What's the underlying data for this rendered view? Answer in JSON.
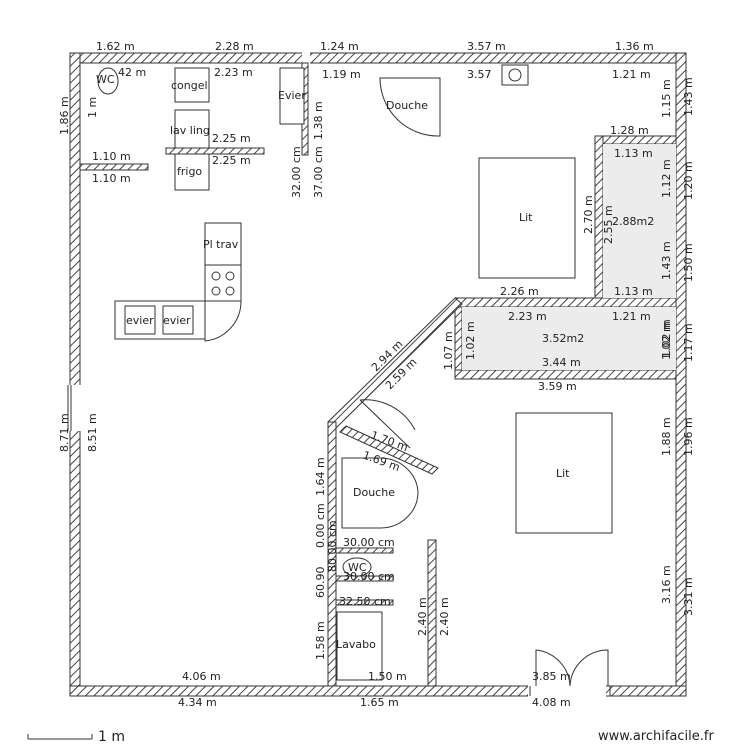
{
  "labels": {
    "top_dims": [
      "1.62 m",
      "2.28 m",
      "1.24 m",
      "3.57 m",
      "1.36 m"
    ],
    "inner_top_dims": [
      "42 m",
      "2.23 m",
      "1.19 m",
      "3.57",
      "1.21 m"
    ],
    "left_dims": [
      "1.86 m",
      "8.71 m",
      "8.51 m"
    ],
    "right_dims": [
      "1.43 m",
      "1.20 m",
      "1.50 m",
      "1.17 m",
      "1.96 m",
      "3.31 m"
    ],
    "inner_right_dims": [
      "1.15 m",
      "1.12 m",
      "1.43 m",
      "1.02 m",
      "1.88 m",
      "3.16 m"
    ],
    "bottom_dims": [
      "4.06 m",
      "4.34 m",
      "1.50 m",
      "1.65 m",
      "3.85 m",
      "4.08 m"
    ],
    "kitchen_dims": [
      "2.25 m",
      "2.25 m",
      "1.10 m",
      "1.10 m",
      "1 m",
      "1.38 m",
      "32.00 cm",
      "37.00 cm"
    ],
    "rooms": {
      "wc_top": "WC",
      "congel": "congel",
      "evier_top": "Evier",
      "lav_ling": "lav ling",
      "frigo": "frigo",
      "douche_top": "Douche",
      "pl_trav": "Pl trav",
      "evier1": "evier",
      "evier2": "evier",
      "lit_top": "Lit",
      "lit_bottom": "Lit",
      "douche_bottom": "Douche",
      "wc_bottom": "WC",
      "lavabo": "Lavabo"
    },
    "closet_top": [
      "1.28 m",
      "1.13 m",
      "2.70 m",
      "2.55 m",
      "2.88m2",
      "1.13 m"
    ],
    "closet_mid": [
      "2.26 m",
      "2.23 m",
      "1.21 m",
      "1.07 m",
      "1.02 m",
      "3.52m2",
      "1.02 m",
      "3.44 m",
      "3.59 m"
    ],
    "diagonal": [
      "2.94 m",
      "2.59 m",
      "1.70 m",
      "1.69 m"
    ],
    "bath_dims": [
      "1.64 m",
      "0.00 cm",
      "80.00 cm",
      "30.00 cm",
      "60.90",
      "30.00 cm",
      "32.50 cm",
      "1.58 m",
      "2.40 m",
      "2.40 m"
    ],
    "scale": "1 m",
    "watermark": "www.archifacile.fr"
  }
}
